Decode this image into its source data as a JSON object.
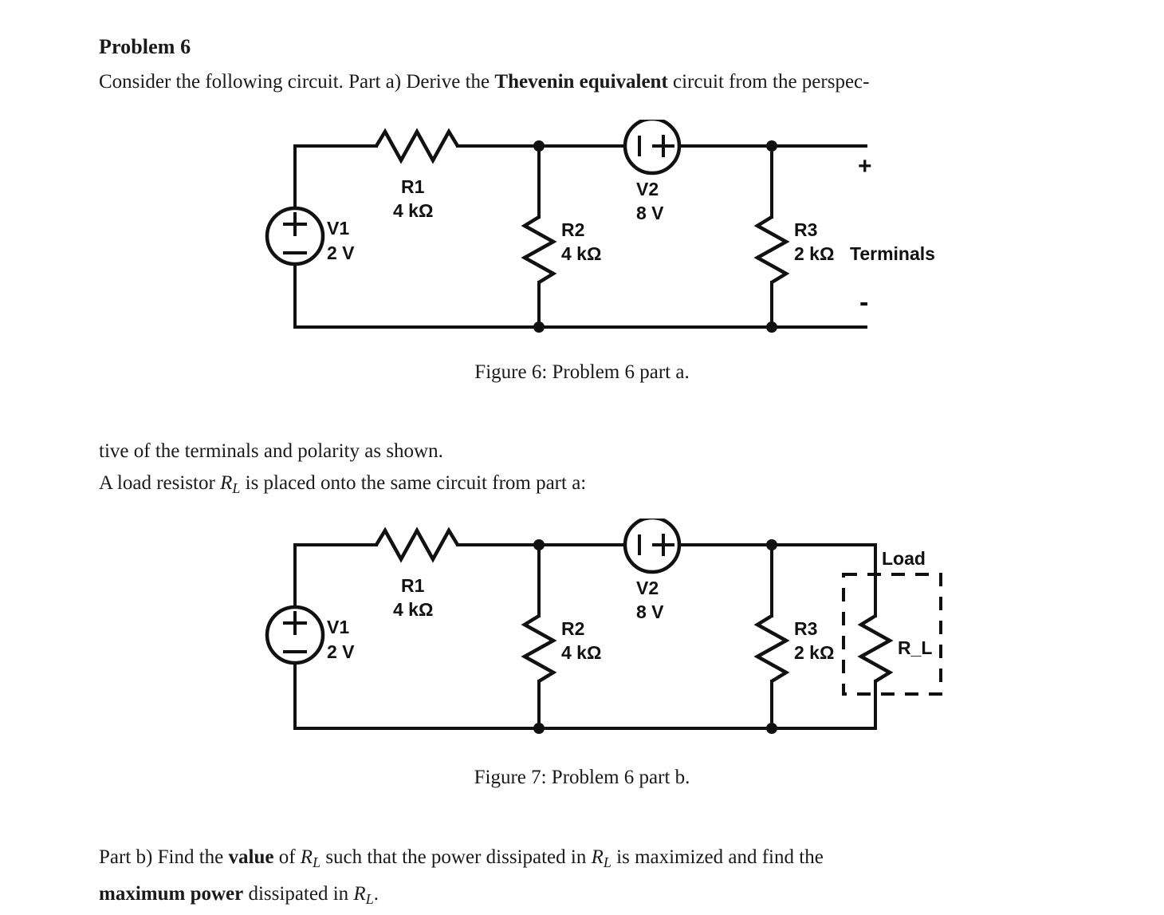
{
  "document": {
    "problem_title": "Problem 6",
    "intro_text_a": "Consider the following circuit. Part a) Derive the ",
    "intro_bold": "Thevenin equivalent",
    "intro_text_b": " circuit from the perspec-",
    "mid_line1": "tive of the terminals and polarity as shown.",
    "mid_line2_a": "A load resistor ",
    "mid_line2_math": "R",
    "mid_line2_math_sub": "L",
    "mid_line2_b": " is placed onto the same circuit from part a:",
    "end_a": "Part b) Find the ",
    "end_bold1": "value",
    "end_b": " of ",
    "end_math1": "R",
    "end_math1_sub": "L",
    "end_c": " such that the power dissipated in ",
    "end_math2": "R",
    "end_math2_sub": "L",
    "end_d": " is maximized and find the",
    "end_bold2": "maximum power",
    "end_e": " dissipated in ",
    "end_math3": "R",
    "end_math3_sub": "L",
    "end_f": "."
  },
  "figure6": {
    "caption": "Figure 6: Problem 6 part a.",
    "components": {
      "v1_name": "V1",
      "v1_value": "2 V",
      "v1_plus": "+",
      "v1_minus": "−",
      "r1_name": "R1",
      "r1_value": "4 kΩ",
      "r2_name": "R2",
      "r2_value": "4 kΩ",
      "v2_name": "V2",
      "v2_value": "8 V",
      "v2_minus": "|",
      "v2_plus": "+",
      "r3_name": "R3",
      "r3_value": "2 kΩ",
      "terminals_label": "Terminals",
      "terminal_plus": "+",
      "terminal_minus": "-"
    }
  },
  "figure7": {
    "caption": "Figure 7: Problem 6 part b.",
    "components": {
      "v1_name": "V1",
      "v1_value": "2 V",
      "v1_plus": "+",
      "v1_minus": "−",
      "r1_name": "R1",
      "r1_value": "4 kΩ",
      "r2_name": "R2",
      "r2_value": "4 kΩ",
      "v2_name": "V2",
      "v2_value": "8 V",
      "v2_minus": "|",
      "v2_plus": "+",
      "r3_name": "R3",
      "r3_value": "2 kΩ",
      "load_label": "Load",
      "rl_name": "R_L"
    }
  },
  "colors": {
    "ink": "#111111",
    "text": "#1a1a1a",
    "page": "#ffffff"
  }
}
